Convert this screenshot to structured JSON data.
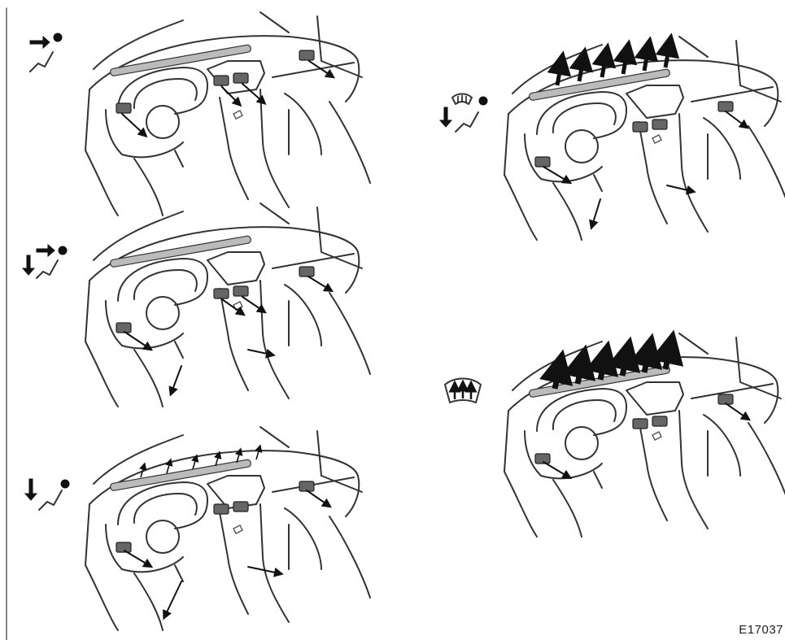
{
  "figure": {
    "reference_code": "E17037",
    "panels": [
      {
        "mode": "face",
        "icon": "face-mode-icon"
      },
      {
        "mode": "bi-level",
        "icon": "bi-level-mode-icon"
      },
      {
        "mode": "foot",
        "icon": "foot-mode-icon"
      },
      {
        "mode": "foot-defrost",
        "icon": "foot-defrost-mode-icon"
      },
      {
        "mode": "defrost",
        "icon": "defrost-mode-icon"
      }
    ],
    "colors": {
      "line": "#333333",
      "arrow": "#111111",
      "background": "#ffffff"
    }
  }
}
